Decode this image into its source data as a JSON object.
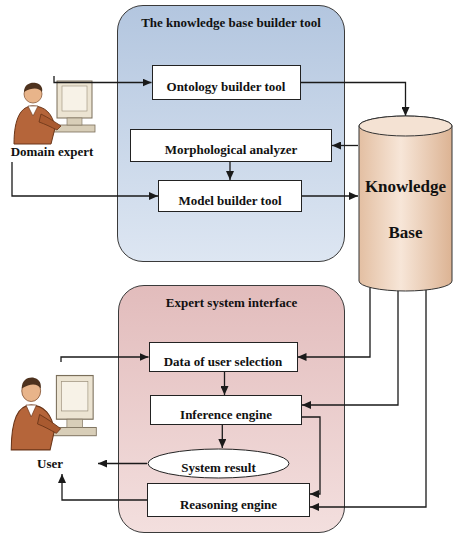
{
  "diagram": {
    "nodes": [
      {
        "text": [
          "The knowledge base builder tool"
        ]
      },
      {
        "text": [
          "Ontology builder tool"
        ],
        "in": 0
      },
      {
        "text": [
          "Morphological analyzer"
        ],
        "in": 0
      },
      {
        "text": [
          "Model builder tool"
        ],
        "in": 0
      },
      {
        "text": [
          "Domain expert"
        ]
      },
      {
        "text": [
          "Knowledge Base"
        ]
      },
      {
        "text": [
          "Expert system interface"
        ]
      },
      {
        "text": [
          "Data of user selection"
        ],
        "in": 6
      },
      {
        "text": [
          "Inference engine"
        ],
        "in": 6
      },
      {
        "text": [
          "System result"
        ],
        "in": 6
      },
      {
        "text": [
          "Reasoning engine"
        ],
        "in": 6
      },
      {
        "text": [
          "User"
        ]
      }
    ],
    "edges": [
      {
        "from": 4,
        "to": 1,
        "arrow": "to"
      },
      {
        "from": 4,
        "to": 3,
        "arrow": "to"
      },
      {
        "from": 1,
        "to": 5,
        "arrow": "to"
      },
      {
        "from": 5,
        "to": 2,
        "arrow": "to"
      },
      {
        "from": 2,
        "to": 3,
        "arrow": "to"
      },
      {
        "from": 3,
        "to": 5,
        "arrow": "to"
      },
      {
        "from": 5,
        "to": 7,
        "arrow": "to"
      },
      {
        "from": 5,
        "to": 8,
        "arrow": "to"
      },
      {
        "from": 5,
        "to": 10,
        "arrow": "to"
      },
      {
        "from": 7,
        "to": 8,
        "arrow": "to"
      },
      {
        "from": 8,
        "to": 9,
        "arrow": "to"
      },
      {
        "from": 9,
        "to": 11,
        "arrow": "to"
      },
      {
        "from": 11,
        "to": 7,
        "arrow": "to"
      },
      {
        "from": 8,
        "to": 10,
        "arrow": "to"
      },
      {
        "from": 10,
        "to": 11,
        "arrow": "to"
      }
    ]
  }
}
